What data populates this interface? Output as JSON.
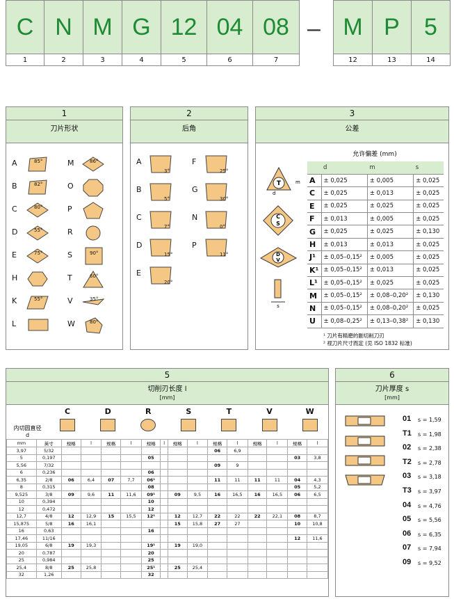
{
  "code": {
    "letters": [
      "C",
      "N",
      "M",
      "G",
      "12",
      "04",
      "08",
      "M",
      "P",
      "5"
    ],
    "numbers": [
      "1",
      "2",
      "3",
      "4",
      "5",
      "6",
      "7",
      "12",
      "13",
      "14"
    ],
    "dash": "–"
  },
  "p1": {
    "num": "1",
    "title": "刀片形状",
    "items": [
      {
        "k": "A",
        "a": "85°"
      },
      {
        "k": "B",
        "a": "82°"
      },
      {
        "k": "C",
        "a": "80°"
      },
      {
        "k": "D",
        "a": "55°"
      },
      {
        "k": "E",
        "a": "75°"
      },
      {
        "k": "H",
        "a": ""
      },
      {
        "k": "K",
        "a": "55°"
      },
      {
        "k": "L",
        "a": ""
      },
      {
        "k": "M",
        "a": "86°"
      },
      {
        "k": "O",
        "a": ""
      },
      {
        "k": "P",
        "a": ""
      },
      {
        "k": "R",
        "a": ""
      },
      {
        "k": "S",
        "a": "90°"
      },
      {
        "k": "T",
        "a": "60°"
      },
      {
        "k": "V",
        "a": "35°"
      },
      {
        "k": "W",
        "a": "80°"
      }
    ]
  },
  "p2": {
    "num": "2",
    "title": "后角",
    "items": [
      {
        "k": "A",
        "a": "3°"
      },
      {
        "k": "B",
        "a": "5°"
      },
      {
        "k": "C",
        "a": "7°"
      },
      {
        "k": "D",
        "a": "15°"
      },
      {
        "k": "E",
        "a": "20°"
      },
      {
        "k": "F",
        "a": "25°"
      },
      {
        "k": "G",
        "a": "30°"
      },
      {
        "k": "N",
        "a": "0°"
      },
      {
        "k": "P",
        "a": "11°"
      }
    ]
  },
  "p3": {
    "num": "3",
    "title": "公差",
    "subtitle": "允许偏差 (mm)",
    "cols": [
      "d",
      "m",
      "s"
    ],
    "rows": [
      [
        "A",
        "± 0,025",
        "± 0,005",
        "± 0,025"
      ],
      [
        "C",
        "± 0,025",
        "± 0,013",
        "± 0,025"
      ],
      [
        "E",
        "± 0,025",
        "± 0,025",
        "± 0,025"
      ],
      [
        "F",
        "± 0,013",
        "± 0,005",
        "± 0,025"
      ],
      [
        "G",
        "± 0,025",
        "± 0,025",
        "± 0,130"
      ],
      [
        "H",
        "± 0,013",
        "± 0,013",
        "± 0,025"
      ],
      [
        "J¹",
        "± 0,05–0,15²",
        "± 0,005",
        "± 0,025"
      ],
      [
        "K¹",
        "± 0,05–0,15²",
        "± 0,013",
        "± 0,025"
      ],
      [
        "L¹",
        "± 0,05–0,15²",
        "± 0,025",
        "± 0,025"
      ],
      [
        "M",
        "± 0,05–0,15²",
        "± 0,08–0,20²",
        "± 0,130"
      ],
      [
        "N",
        "± 0,05–0,15²",
        "± 0,08–0,20²",
        "± 0,025"
      ],
      [
        "U",
        "± 0,08–0,25²",
        "± 0,13–0,38²",
        "± 0,130"
      ]
    ],
    "note1": "¹ 刀片有精磨的副切削刀刃",
    "note2": "² 视刀片尺寸而定 (见 ISO 1832 标准)",
    "dia": {
      "t": "T",
      "c": "C",
      "s": "S",
      "d": "D",
      "v": "V",
      "m": "m",
      "dl": "d",
      "sl": "s"
    }
  },
  "p5": {
    "num": "5",
    "title": "切削刃长度 l",
    "unit": "[mm]",
    "left_h1": "内切圆直径",
    "left_h2": "d",
    "h_mm": "mm",
    "h_in": "英寸",
    "shapes": [
      "C",
      "D",
      "R",
      "S",
      "T",
      "V",
      "W"
    ],
    "spec": "规格",
    "l": "l",
    "rows": [
      [
        "3,97",
        "5/32",
        "",
        "",
        "",
        "",
        "",
        "",
        "",
        "",
        "06",
        "6,9",
        "",
        "",
        "",
        ""
      ],
      [
        "5",
        "0,197",
        "",
        "",
        "",
        "",
        "05",
        "",
        "",
        "",
        "",
        "",
        "",
        "",
        "03",
        "3,8"
      ],
      [
        "5,56",
        "7/32",
        "",
        "",
        "",
        "",
        "",
        "",
        "",
        "",
        "09",
        "9",
        "",
        "",
        "",
        ""
      ],
      [
        "6",
        "0,236",
        "",
        "",
        "",
        "",
        "06",
        "",
        "",
        "",
        "",
        "",
        "",
        "",
        "",
        ""
      ],
      [
        "6,35",
        "2/8",
        "06",
        "6,4",
        "07",
        "7,7",
        "06¹",
        "",
        "",
        "",
        "11",
        "11",
        "11",
        "11",
        "04",
        "4,3"
      ],
      [
        "8",
        "0,315",
        "",
        "",
        "",
        "",
        "08",
        "",
        "",
        "",
        "",
        "",
        "",
        "",
        "05",
        "5,2"
      ],
      [
        "9,525",
        "3/8",
        "09",
        "9,6",
        "11",
        "11,6",
        "09¹",
        "",
        "09",
        "9,5",
        "16",
        "16,5",
        "16",
        "16,5",
        "06",
        "6,5"
      ],
      [
        "10",
        "0,394",
        "",
        "",
        "",
        "",
        "10",
        "",
        "",
        "",
        "",
        "",
        "",
        "",
        "",
        ""
      ],
      [
        "12",
        "0,472",
        "",
        "",
        "",
        "",
        "12",
        "",
        "",
        "",
        "",
        "",
        "",
        "",
        "",
        ""
      ],
      [
        "12,7",
        "4/8",
        "12",
        "12,9",
        "15",
        "15,5",
        "12¹",
        "",
        "12",
        "12,7",
        "22",
        "22",
        "22",
        "22,1",
        "08",
        "8,7"
      ],
      [
        "15,875",
        "5/8",
        "16",
        "16,1",
        "",
        "",
        "",
        "",
        "15",
        "15,8",
        "27",
        "27",
        "",
        "",
        "10",
        "10,8"
      ],
      [
        "16",
        "0,63",
        "",
        "",
        "",
        "",
        "16",
        "",
        "",
        "",
        "",
        "",
        "",
        "",
        "",
        ""
      ],
      [
        "17,46",
        "11/16",
        "",
        "",
        "",
        "",
        "",
        "",
        "",
        "",
        "",
        "",
        "",
        "",
        "12",
        "11,6"
      ],
      [
        "19,05",
        "6/8",
        "19",
        "19,3",
        "",
        "",
        "19¹",
        "",
        "19",
        "19,0",
        "",
        "",
        "",
        "",
        "",
        ""
      ],
      [
        "20",
        "0,787",
        "",
        "",
        "",
        "",
        "20",
        "",
        "",
        "",
        "",
        "",
        "",
        "",
        "",
        ""
      ],
      [
        "25",
        "0,984",
        "",
        "",
        "",
        "",
        "25",
        "",
        "",
        "",
        "",
        "",
        "",
        "",
        "",
        ""
      ],
      [
        "25,4",
        "8/8",
        "25",
        "25,8",
        "",
        "",
        "25¹",
        "",
        "25",
        "25,4",
        "",
        "",
        "",
        "",
        "",
        ""
      ],
      [
        "32",
        "1,26",
        "",
        "",
        "",
        "",
        "32",
        "",
        "",
        "",
        "",
        "",
        "",
        "",
        "",
        ""
      ]
    ]
  },
  "p6": {
    "num": "6",
    "title": "刀片厚度 s",
    "unit": "[mm]",
    "items": [
      {
        "k": "01",
        "v": "s = 1,59"
      },
      {
        "k": "T1",
        "v": "s = 1,98"
      },
      {
        "k": "02",
        "v": "s = 2,38"
      },
      {
        "k": "T2",
        "v": "s = 2,78"
      },
      {
        "k": "03",
        "v": "s = 3,18"
      },
      {
        "k": "T3",
        "v": "s = 3,97"
      },
      {
        "k": "04",
        "v": "s = 4,76"
      },
      {
        "k": "05",
        "v": "s = 5,56"
      },
      {
        "k": "06",
        "v": "s = 6,35"
      },
      {
        "k": "07",
        "v": "s = 7,94"
      },
      {
        "k": "09",
        "v": "s = 9,52"
      }
    ],
    "s": "s"
  }
}
